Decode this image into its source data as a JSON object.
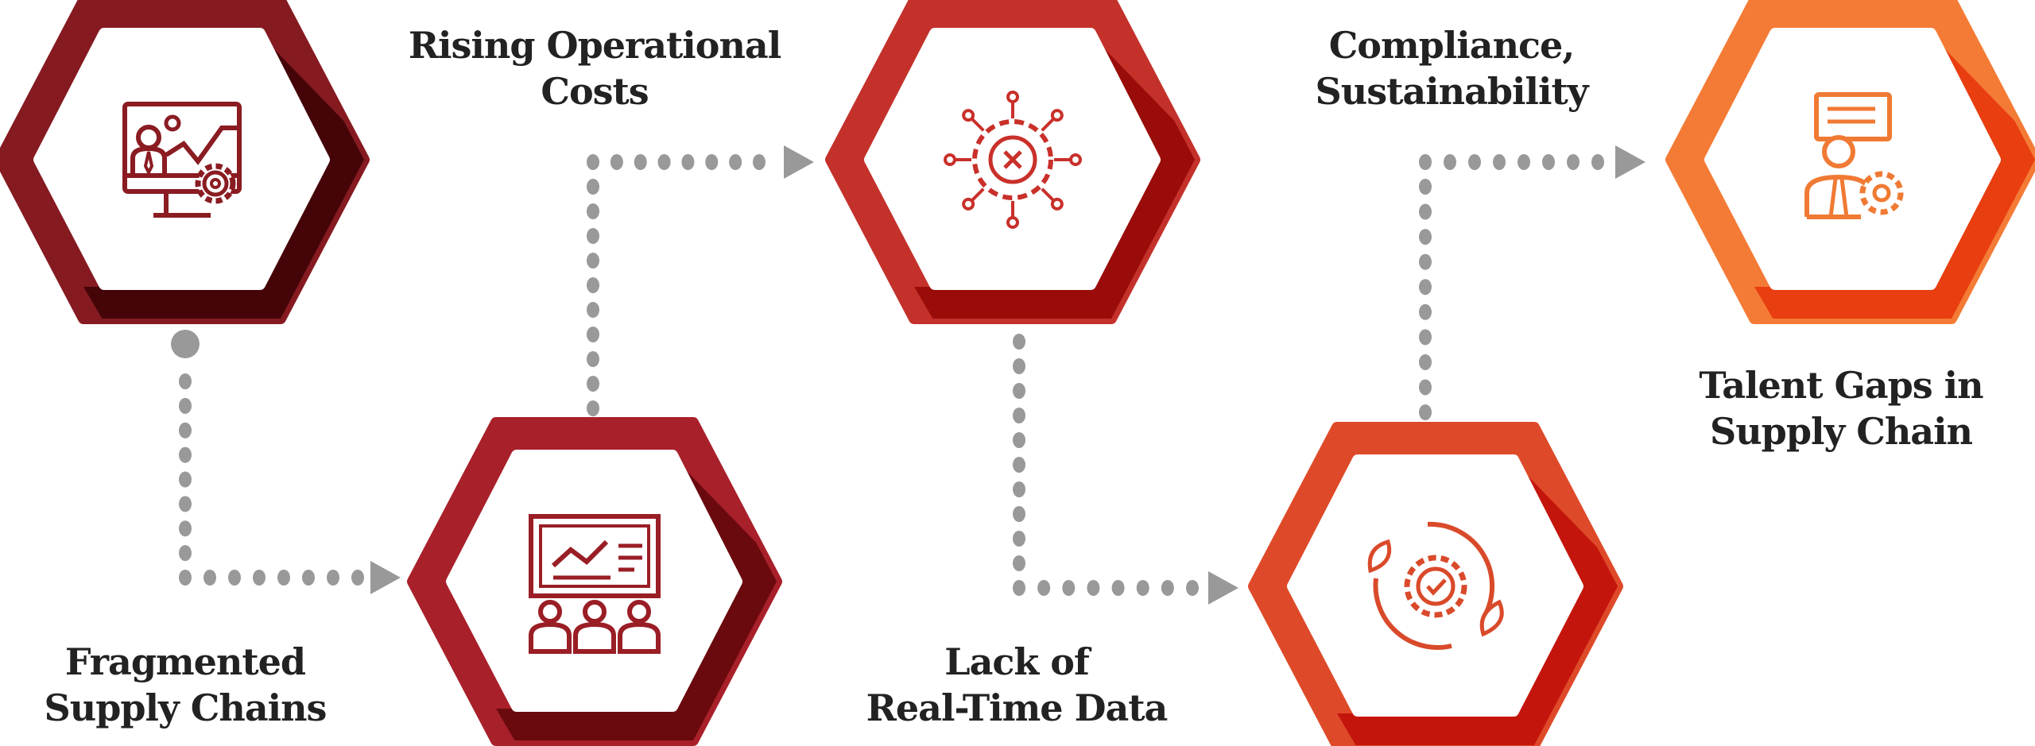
{
  "steps": [
    {
      "label": [
        "Fragmented",
        "Supply Chains"
      ],
      "icon": "presenter-monitor-gear-icon",
      "color": "#861a21",
      "shade": "#450508",
      "icon_color": "#8a1c22"
    },
    {
      "label": [
        "Rising Operational",
        "Costs"
      ],
      "icon": "team-presentation-board-icon",
      "color": "#a8202a",
      "shade": "#6b0a0e",
      "icon_color": "#9a1e25"
    },
    {
      "label": [
        "Lack of",
        "Real-Time Data"
      ],
      "icon": "network-gear-error-icon",
      "color": "#c4312b",
      "shade": "#9a0c09",
      "icon_color": "#c9302a"
    },
    {
      "label": [
        "Compliance,",
        "Sustainability"
      ],
      "icon": "eco-gear-cycle-icon",
      "color": "#de4a29",
      "shade": "#c4150c",
      "icon_color": "#d94a2a"
    },
    {
      "label": [
        "Talent Gaps in",
        "Supply Chain"
      ],
      "icon": "person-gear-chat-icon",
      "color": "#f47b35",
      "shade": "#e83e10",
      "icon_color": "#f07a33"
    }
  ],
  "connector_color": "#999999"
}
